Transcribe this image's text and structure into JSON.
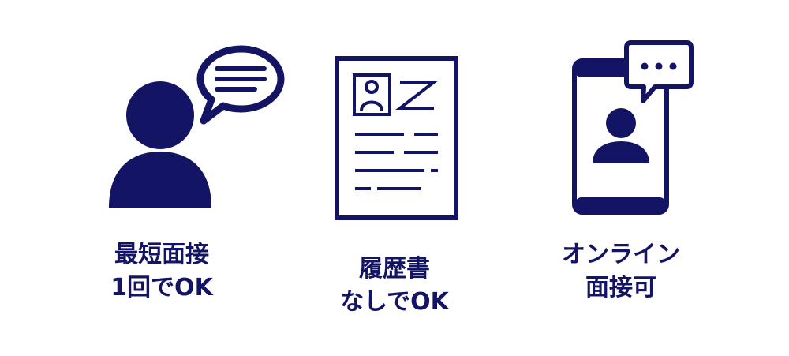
{
  "colors": {
    "icon": "#141464",
    "background": "#ffffff"
  },
  "features": [
    {
      "icon": "person-speech-bubble-icon",
      "line1": "最短面接",
      "line2": "1回でOK"
    },
    {
      "icon": "resume-document-icon",
      "line1": "履歴書",
      "line2": "なしでOK"
    },
    {
      "icon": "smartphone-video-chat-icon",
      "line1": "オンライン",
      "line2": "面接可"
    }
  ]
}
